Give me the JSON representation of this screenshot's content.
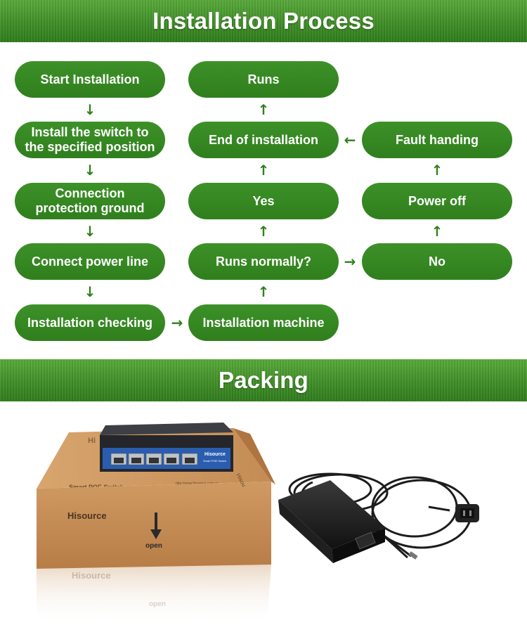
{
  "headings": {
    "installation": "Installation Process",
    "packing": "Packing"
  },
  "flow": {
    "start": "Start Installation",
    "install_switch": "Install the switch to\nthe specified position",
    "ground": "Connection\nprotection ground",
    "power_line": "Connect power line",
    "checking": "Installation checking",
    "machine": "Installation machine",
    "runs_normally": "Runs normally?",
    "yes": "Yes",
    "end": "End of installation",
    "runs": "Runs",
    "no": "No",
    "power_off": "Power off",
    "fault": "Fault handing"
  },
  "product": {
    "box_brand": "Hisource",
    "box_brand_reflection": "Hisource",
    "box_series": "Smart POE Switch",
    "box_url": "http://www.hisource.com.cn",
    "box_open": "open",
    "box_open_reflection": "open",
    "switch_brand": "Hisource",
    "switch_model": "Smart POE Switch",
    "box_top_brand": "Hi",
    "box_side_brand": "Hisou"
  },
  "colors": {
    "brand_green": "#2f7f1d",
    "carton": "#c98e56",
    "switch_blue": "#2a5db0"
  }
}
